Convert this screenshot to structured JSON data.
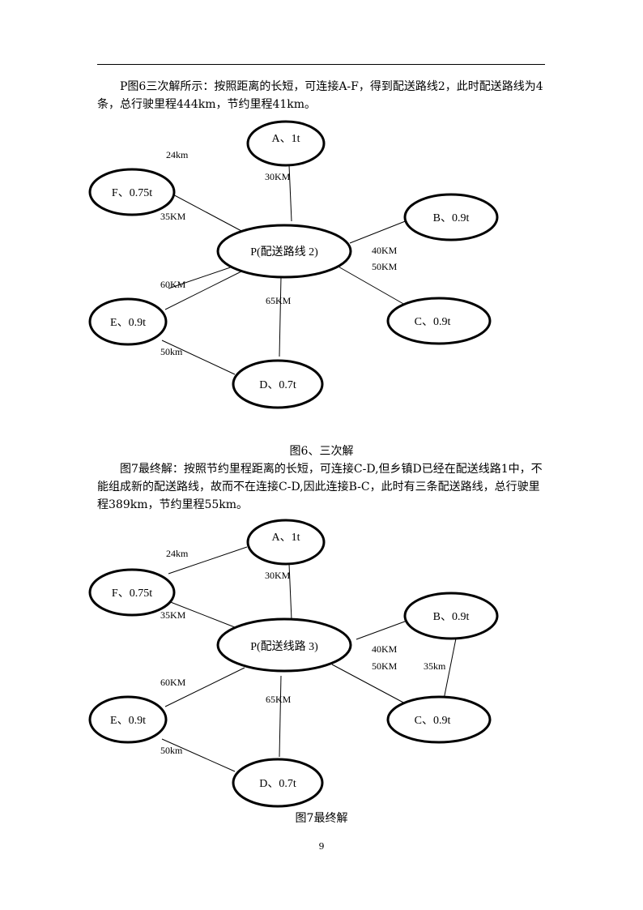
{
  "paragraph1": "P图6三次解所示：按照距离的长短，可连接A-F，得到配送路线2，此时配送路线为4条，总行驶里程444km，节约里程41km。",
  "figure6": {
    "caption": "图6、三次解",
    "nodes": {
      "A": "A、1t",
      "F": "F、0.75t",
      "B": "B、0.9t",
      "P": "P(配送路线 2)",
      "E": "E、0.9t",
      "C": "C、0.9t",
      "D": "D、0.7t"
    },
    "edges": {
      "AF": "24km",
      "AP": "30KM",
      "FP": "35KM",
      "BP": "40KM",
      "CP": "50KM",
      "EP": "60KM",
      "DP": "65KM",
      "ED": "50km"
    }
  },
  "paragraph2": "图7最终解：按照节约里程距离的长短，可连接C-D,但乡镇D已经在配送线路1中，不能组成新的配送路线，故而不在连接C-D,因此连接B-C，此时有三条配送路线，总行驶里程389km，节约里程55km。",
  "figure7": {
    "caption": "图7最终解",
    "nodes": {
      "A": "A、1t",
      "F": "F、0.75t",
      "B": "B、0.9t",
      "P": "P(配送线路 3)",
      "E": "E、0.9t",
      "C": "C、0.9t",
      "D": "D、0.7t"
    },
    "edges": {
      "AF": "24km",
      "AP": "30KM",
      "FP": "35KM",
      "BP": "40KM",
      "CP": "50KM",
      "BC": "35km",
      "EP": "60KM",
      "DP": "65KM",
      "ED": "50km"
    }
  },
  "page_number": "9"
}
